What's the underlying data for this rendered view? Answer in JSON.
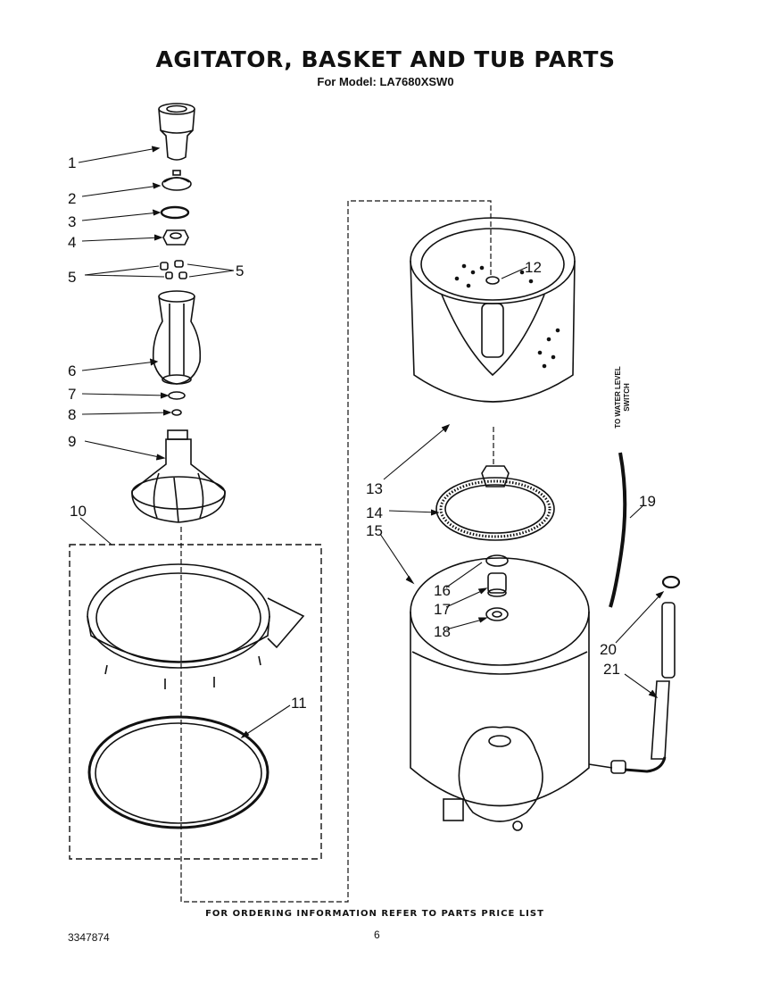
{
  "page": {
    "title": "AGITATOR, BASKET AND TUB PARTS",
    "subtitle": "For Model: LA7680XSW0",
    "footer_note": "FOR ORDERING INFORMATION REFER TO PARTS PRICE LIST",
    "doc_number": "3347874",
    "page_number": "6",
    "side_note_line1": "TO WATER LEVEL",
    "side_note_line2": "SWITCH"
  },
  "callouts": {
    "c1": "1",
    "c2": "2",
    "c3": "3",
    "c4": "4",
    "c5a": "5",
    "c5b": "5",
    "c6": "6",
    "c7": "7",
    "c8": "8",
    "c9": "9",
    "c10": "10",
    "c11": "11",
    "c12": "12",
    "c13": "13",
    "c14": "14",
    "c15": "15",
    "c16": "16",
    "c17": "17",
    "c18": "18",
    "c19": "19",
    "c20": "20",
    "c21": "21"
  }
}
